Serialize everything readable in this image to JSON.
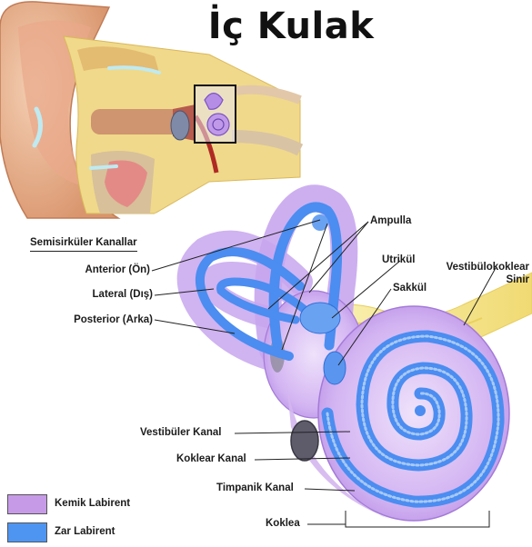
{
  "title": "İç Kulak",
  "section_heading": "Semisirküler Kanallar",
  "labels": {
    "anterior": "Anterior (Ön)",
    "lateral": "Lateral (Dış)",
    "posterior": "Posterior (Arka)",
    "ampulla": "Ampulla",
    "utrikul": "Utrikül",
    "sakkul": "Sakkül",
    "nerve_line1": "Vestibülokoklear",
    "nerve_line2": "Sinir",
    "vestibuler_kanal": "Vestibüler Kanal",
    "koklear_kanal": "Koklear Kanal",
    "timpanik_kanal": "Timpanik Kanal",
    "koklea": "Koklea"
  },
  "legend": [
    {
      "label": "Kemik Labirent",
      "color": "#c79ae8"
    },
    {
      "label": "Zar Labirent",
      "color": "#4e95f2"
    }
  ],
  "colors": {
    "bony": "#c9a6ee",
    "membranous": "#4f8ef0",
    "nerve": "#f3e27a",
    "skin": "#eab895",
    "bone": "#f2dc8c"
  }
}
